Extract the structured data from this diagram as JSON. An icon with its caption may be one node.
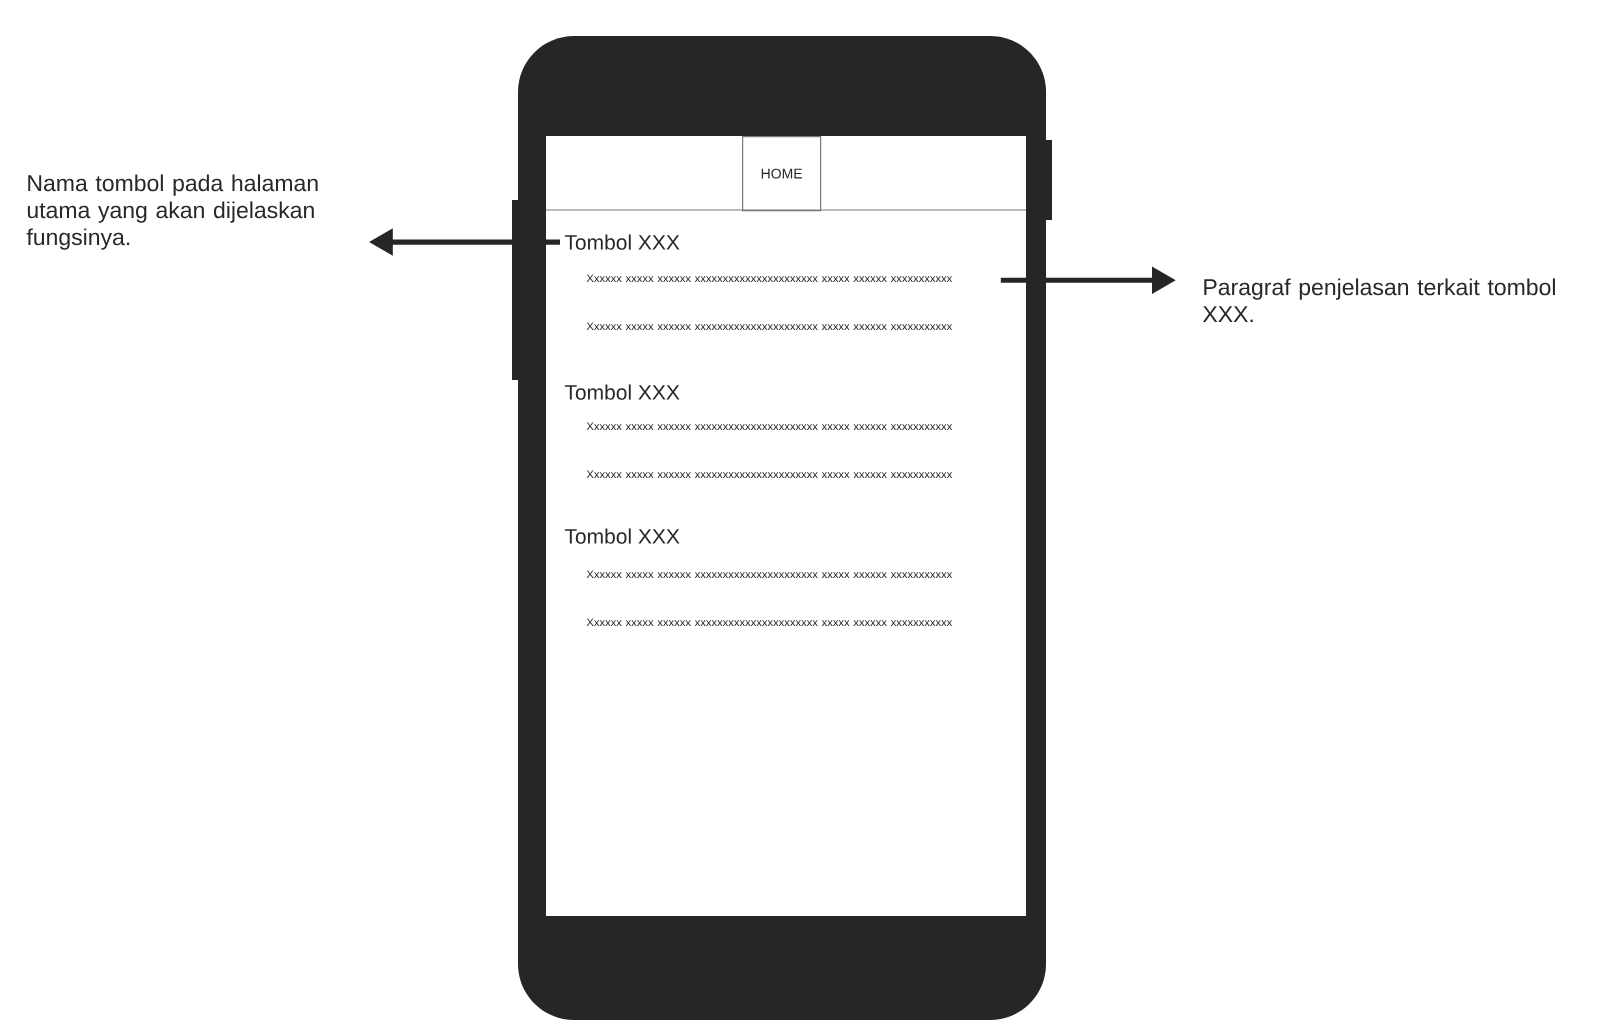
{
  "diagram": {
    "nodes": [
      {
        "text": [
          "Nama tombol pada halaman utama yang akan dijelaskan fungsinya."
        ]
      },
      {
        "text": [
          "HOME"
        ]
      },
      {
        "text": [
          "Tombol XXX"
        ]
      },
      {
        "text": [
          "Xxxxxx xxxxx xxxxxx xxxxxxxxxxxxxxxxxxxxxx xxxxx xxxxxx xxxxxxxxxxx"
        ]
      },
      {
        "text": [
          "Paragraf penjelasan terkait tombol XXX."
        ]
      }
    ],
    "edges": [
      {
        "from": 2,
        "to": 0,
        "arrow": "to"
      },
      {
        "from": 3,
        "to": 4,
        "arrow": "to"
      }
    ],
    "labels": [
      "Xxxxxx xxxxx xxxxxx xxxxxxxxxxxxxxxxxxxxxx xxxxx xxxxxx xxxxxxxxxxx",
      "Tombol XXX",
      "Xxxxxx xxxxx xxxxxx xxxxxxxxxxxxxxxxxxxxxx xxxxx xxxxxx xxxxxxxxxxx",
      "Xxxxxx xxxxx xxxxxx xxxxxxxxxxxxxxxxxxxxxx xxxxx xxxxxx xxxxxxxxxxx",
      "Tombol XXX",
      "Xxxxxx xxxxx xxxxxx xxxxxxxxxxxxxxxxxxxxxx xxxxx xxxxxx xxxxxxxxxxx",
      "Xxxxxx xxxxx xxxxxx xxxxxxxxxxxxxxxxxxxxxx xxxxx xxxxxx xxxxxxxxxxx"
    ]
  }
}
